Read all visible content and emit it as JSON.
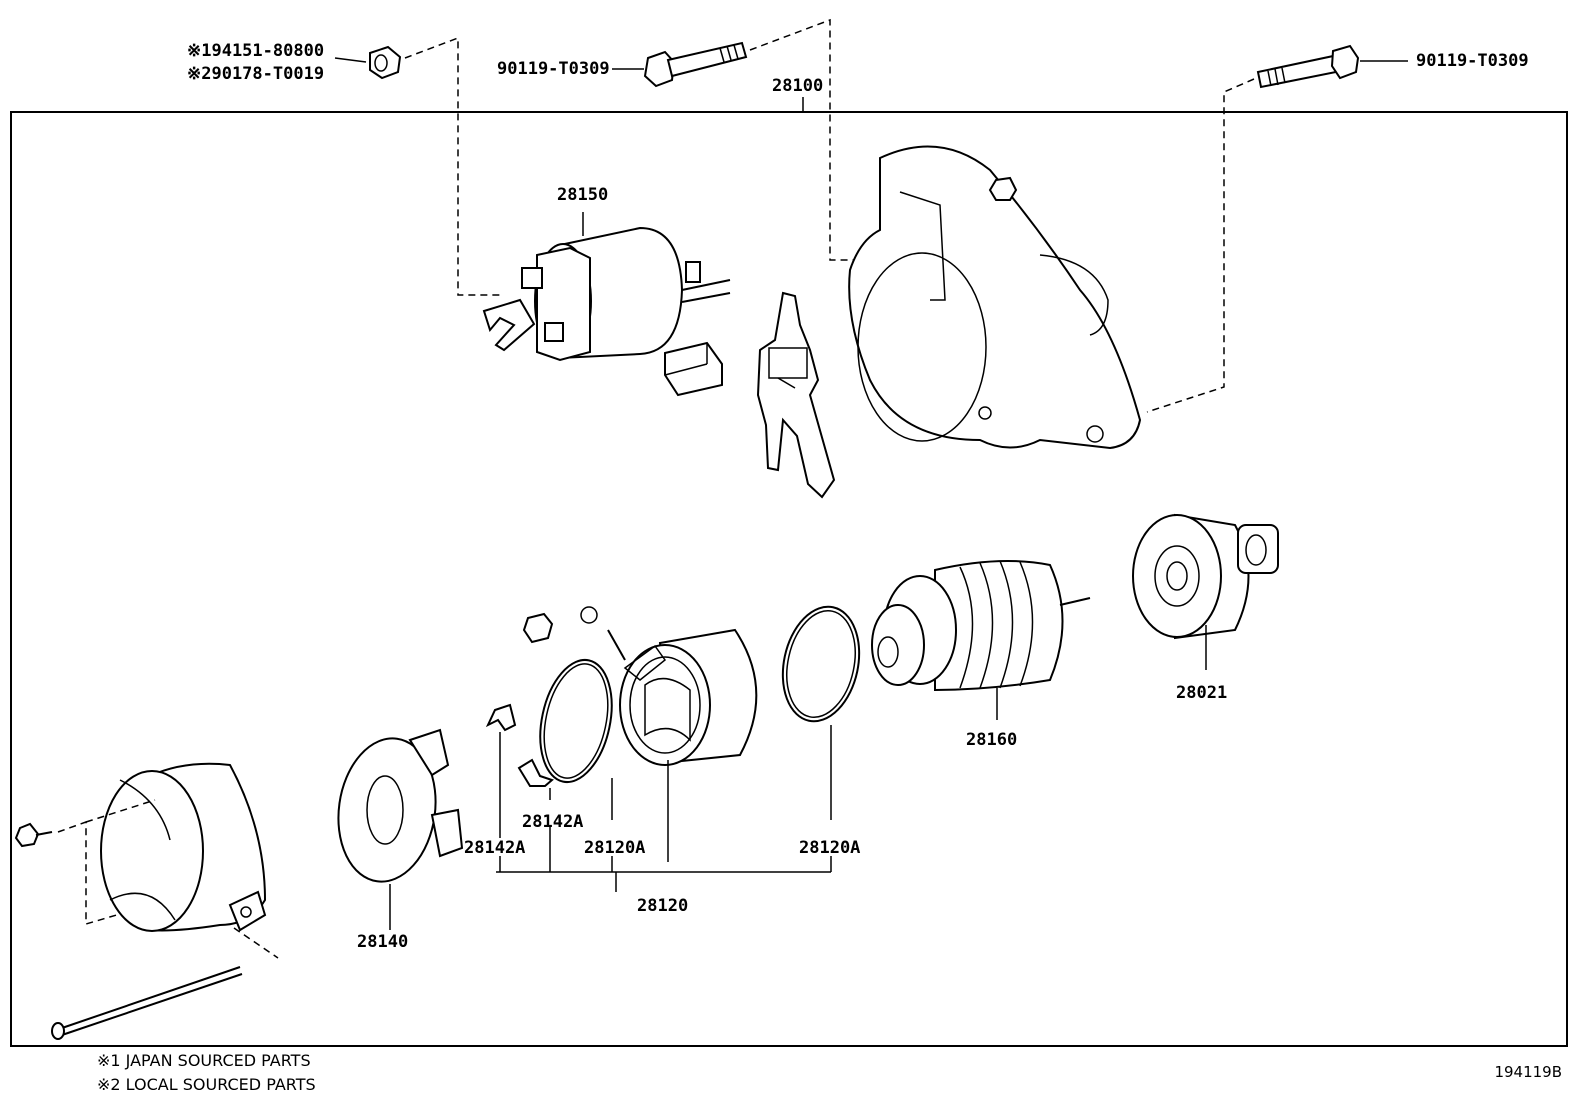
{
  "callouts": {
    "note_nut_japan": "※194151-80800",
    "note_nut_local": "※290178-T0019",
    "bolt_left": "90119-T0309",
    "bolt_right": "90119-T0309",
    "starter_assy": "28100",
    "solenoid": "28150",
    "armature": "28160",
    "clutch": "28021",
    "yoke_assy": "28120",
    "yoke_oring_left": "28120A",
    "yoke_oring_right": "28120A",
    "brush_spring_1": "28142A",
    "brush_spring_2": "28142A",
    "brush_holder": "28140"
  },
  "footnotes": {
    "japan": "※1 JAPAN SOURCED PARTS",
    "local": "※2 LOCAL SOURCED PARTS"
  },
  "illustration_id": "194119B"
}
